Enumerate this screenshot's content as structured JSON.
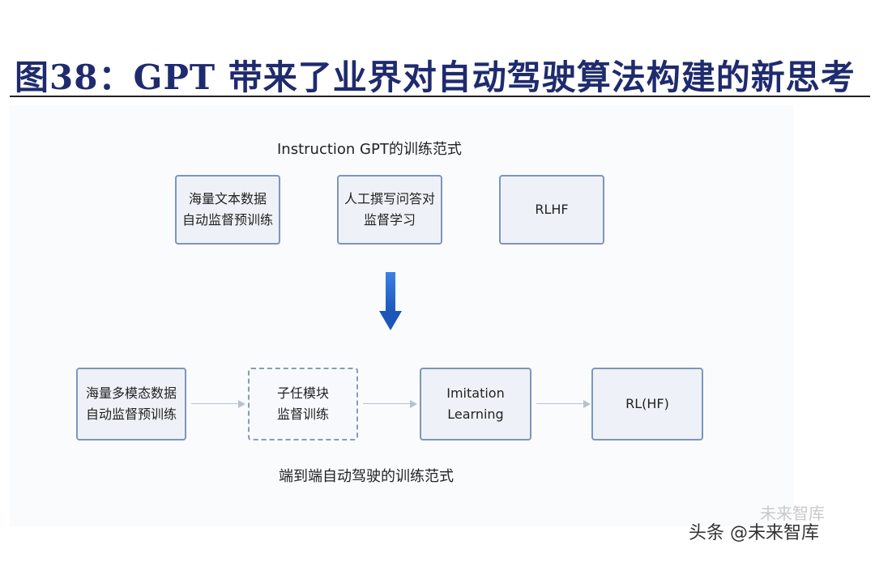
{
  "title": "图38：GPT 带来了业界对自动驾驶算法构建的新思考",
  "instruct": {
    "heading": "Instruction GPT的训练范式",
    "boxes": [
      {
        "line1": "海量文本数据",
        "line2": "自动监督预训练"
      },
      {
        "line1": "人工撰写问答对",
        "line2": "监督学习"
      },
      {
        "line1": "RLHF",
        "line2": ""
      }
    ]
  },
  "e2e": {
    "heading": "端到端自动驾驶的训练范式",
    "boxes": [
      {
        "line1": "海量多模态数据",
        "line2": "自动监督预训练"
      },
      {
        "line1": "子任模块",
        "line2": "监督训练"
      },
      {
        "line1": "Imitation",
        "line2": "Learning"
      },
      {
        "line1": "RL(HF)",
        "line2": ""
      }
    ]
  },
  "watermark": {
    "main": "头条 @未来智库",
    "faint": "未来智库"
  },
  "colors": {
    "title": "#1f2b6e",
    "box_border": "#7e96b8",
    "box_fill": "#eef2f8",
    "arrow_blue": "#2f6fd6"
  }
}
